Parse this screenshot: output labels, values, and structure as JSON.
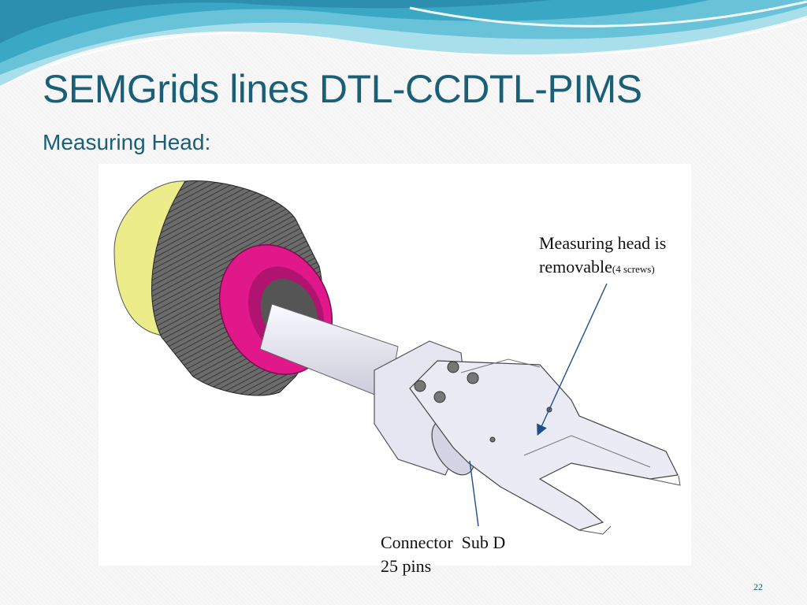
{
  "slide": {
    "title": "SEMGrids lines DTL-CCDTL-PIMS",
    "subtitle": "Measuring Head:",
    "page_number": "22"
  },
  "callouts": {
    "measuring_head_line1": "Measuring head is",
    "measuring_head_line2": "removable",
    "measuring_head_note": "(4 screws)",
    "connector_line1": "Connector  Sub D",
    "connector_line2": "25 pins"
  },
  "colors": {
    "title": "#1a5f78",
    "wave_dark": "#3aa7c4",
    "wave_light": "#a9dfea",
    "bellows": "#555555",
    "flange": "#e0188a",
    "end_cap": "#ecec8a",
    "body": "#e6e6f2"
  }
}
